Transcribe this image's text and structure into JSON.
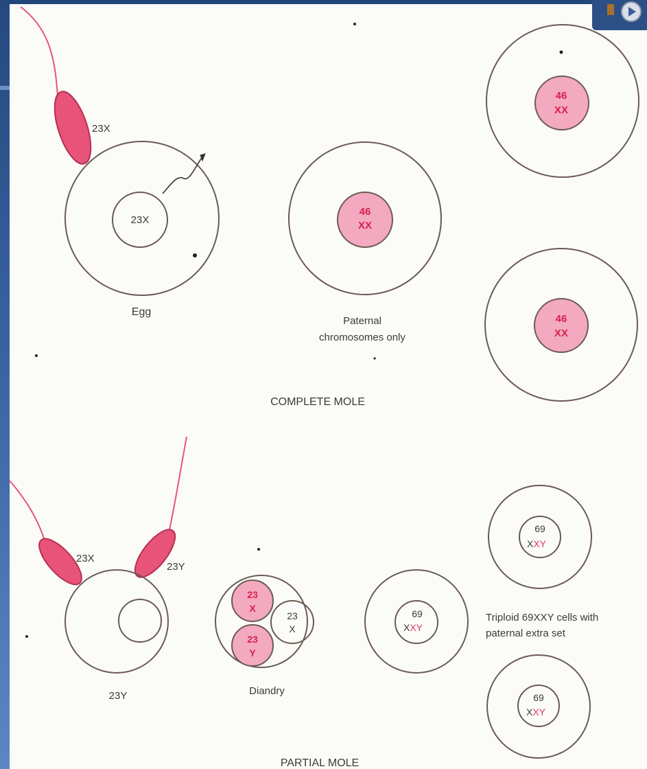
{
  "colors": {
    "sperm": "#e8537a",
    "nucleus_fill": "#f3a9bf",
    "outline": "#6b5a52",
    "red_text": "#d8204e",
    "frame": "#2b4f86"
  },
  "complete_mole": {
    "sperm_label": "23X",
    "egg_nucleus_label": "23X",
    "egg_caption": "Egg",
    "middle_nucleus_top": "46",
    "middle_nucleus_bottom": "XX",
    "middle_caption_line1": "Paternal",
    "middle_caption_line2": "chromosomes only",
    "right_top_nucleus_top": "46",
    "right_top_nucleus_bottom": "XX",
    "right_bottom_nucleus_top": "46",
    "right_bottom_nucleus_bottom": "XX",
    "section_title": "COMPLETE MOLE"
  },
  "partial_mole": {
    "sperm_left_label": "23X",
    "sperm_right_label": "23Y",
    "egg_caption": "23Y",
    "diandry_x_top": "23",
    "diandry_x_bottom": "X",
    "diandry_y_top": "23",
    "diandry_y_bottom": "Y",
    "diandry_maternal_top": "23",
    "diandry_maternal_bottom": "X",
    "diandry_caption": "Diandry",
    "cell_mid_top": "69",
    "cell_top_right_top": "69",
    "cell_bottom_right_top": "69",
    "triploid_x": "X",
    "triploid_paternal": "XY",
    "caption_line1": "Triploid 69XXY cells with",
    "caption_line2": "paternal extra set",
    "section_title": "PARTIAL MOLE"
  }
}
